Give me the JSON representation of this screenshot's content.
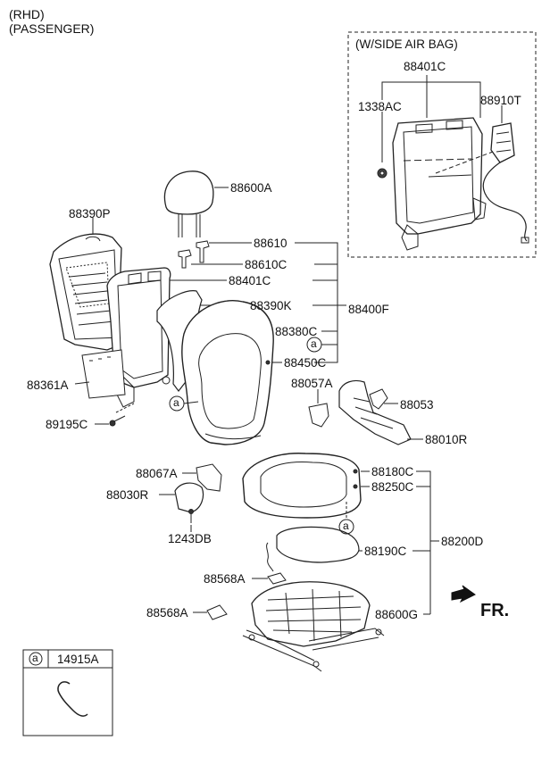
{
  "header": {
    "line1": "(RHD)",
    "line2": "(PASSENGER)"
  },
  "inset": {
    "title": "(W/SIDE AIR BAG)",
    "labels": {
      "frame": "88401C",
      "nut": "1338AC",
      "airbag": "88910T"
    }
  },
  "parts": {
    "headrest": "88600A",
    "back_cover": "88390P",
    "guide": "88610",
    "guide_c": "88610C",
    "back_frame": "88401C",
    "back_pad": "88390K",
    "back_assy": "88400F",
    "back_cover_trim": "88380C",
    "ref_a": "a",
    "back_heater": "88450C",
    "board": "88361A",
    "screw_back": "89195C",
    "cover_b": "88057A",
    "cover_c": "88053",
    "shield": "88010R",
    "cover_a": "88067A",
    "recliner": "88030R",
    "screw_cush": "1243DB",
    "cushion_cover": "88180C",
    "cushion_heater": "88250C",
    "cushion_pad": "88190C",
    "cushion_assy": "88200D",
    "cap1": "88568A",
    "cap2": "88568A",
    "track": "88600G",
    "direction": "FR."
  },
  "legend": {
    "symbol": "a",
    "part": "14915A"
  }
}
